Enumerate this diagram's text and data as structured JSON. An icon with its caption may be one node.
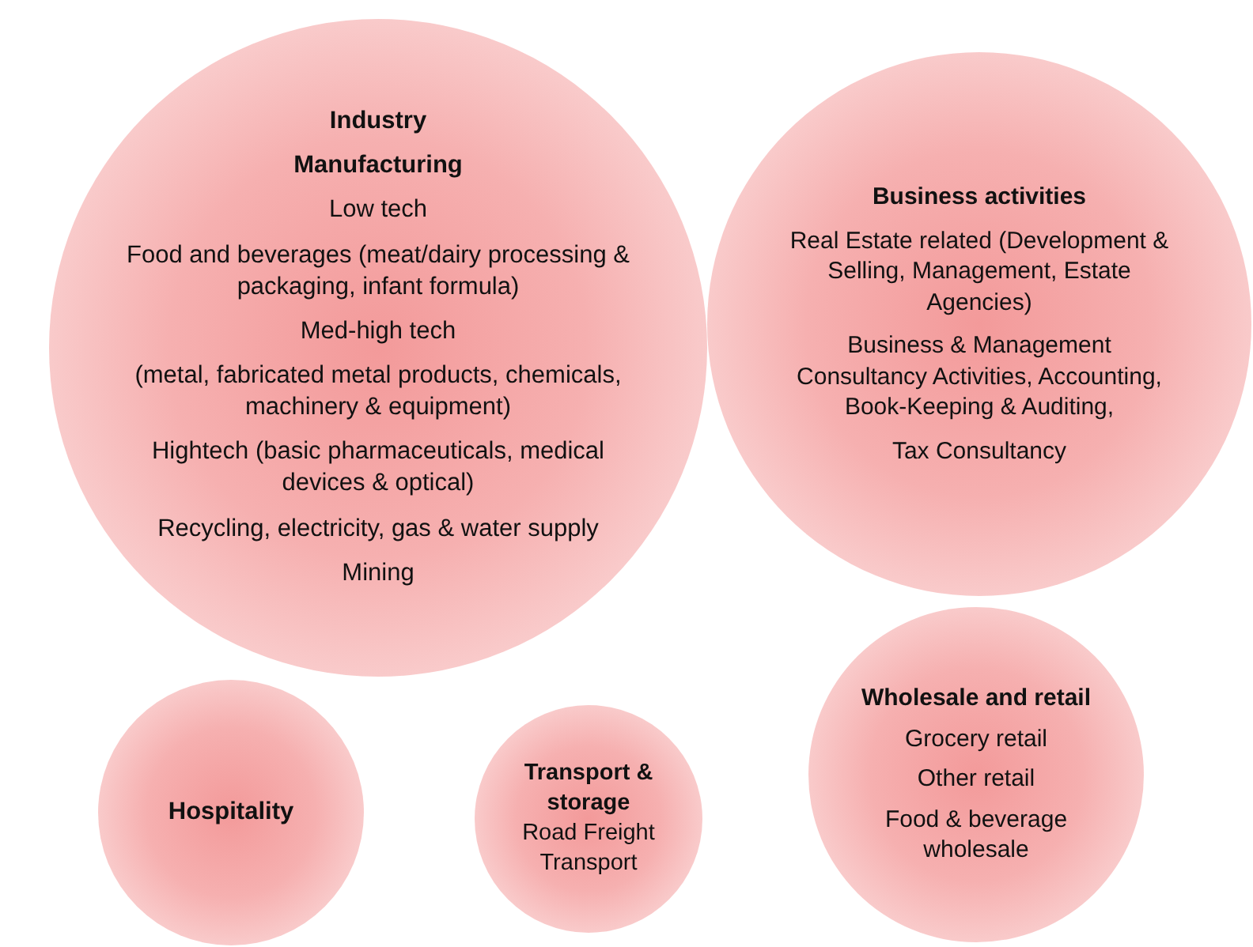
{
  "diagram": {
    "nodes": [
      {
        "text": [
          "Industry",
          "Manufacturing",
          "Low tech",
          "Food and beverages (meat/dairy processing & packaging, infant formula)",
          "Med-high tech",
          "(metal, fabricated metal products, chemicals, machinery & equipment)",
          "Hightech (basic pharmaceuticals, medical devices & optical)",
          "Recycling, electricity, gas & water supply",
          "Mining"
        ]
      },
      {
        "text": [
          "Business activities",
          "Real Estate related (Development & Selling, Management, Estate Agencies)",
          "Business & Management Consultancy Activities, Accounting, Book-Keeping & Auditing,",
          "Tax Consultancy"
        ]
      },
      {
        "text": [
          "Hospitality"
        ]
      },
      {
        "text": [
          "Transport & storage",
          "Road Freight Transport"
        ]
      },
      {
        "text": [
          "Wholesale and retail",
          "Grocery retail",
          "Other retail",
          "Food & beverage wholesale"
        ]
      }
    ]
  }
}
